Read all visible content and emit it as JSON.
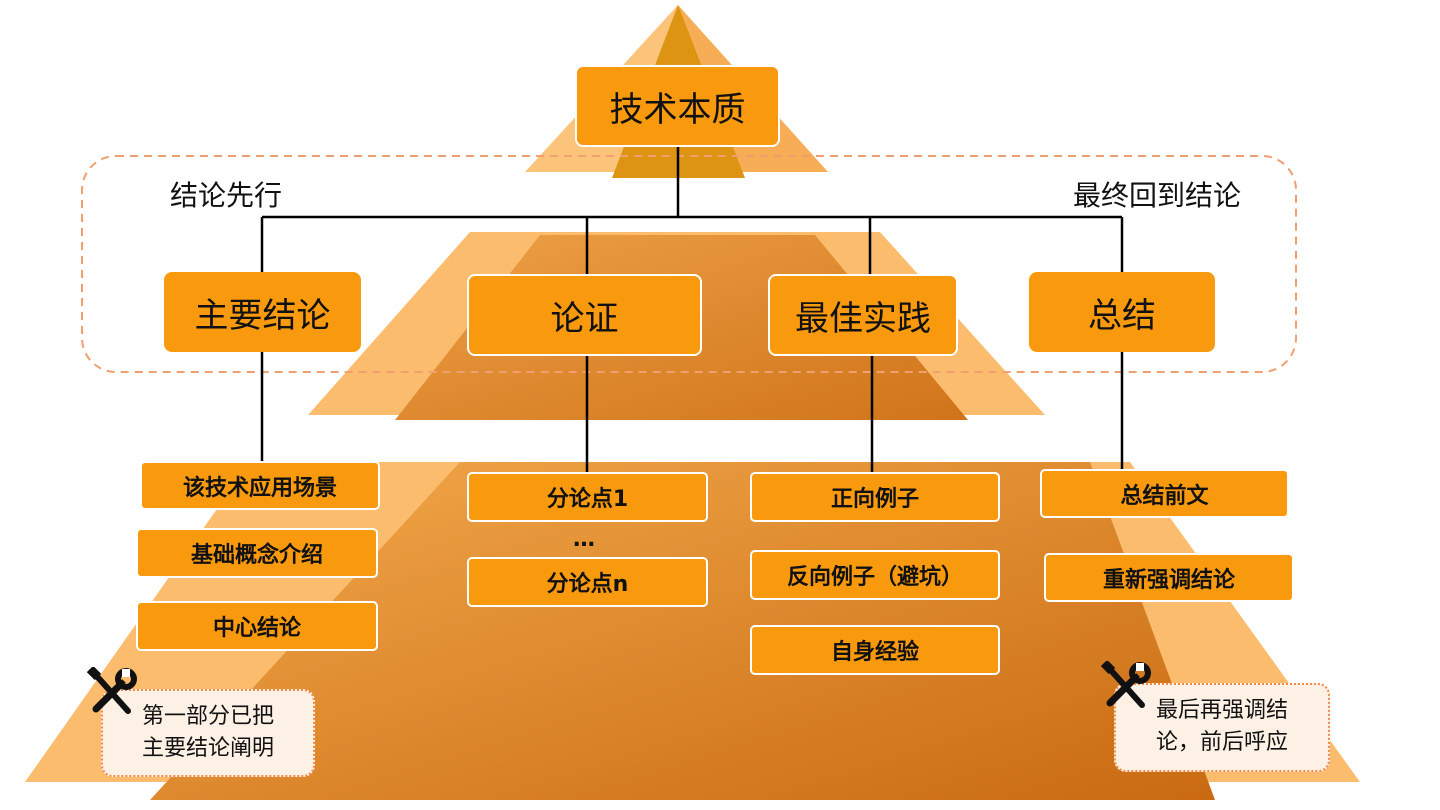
{
  "top": {
    "title": "技术本质"
  },
  "labels": {
    "left": "结论先行",
    "right": "最终回到结论"
  },
  "sections": [
    {
      "title": "主要结论"
    },
    {
      "title": "论证"
    },
    {
      "title": "最佳实践"
    },
    {
      "title": "总结"
    }
  ],
  "details": {
    "conclusion": [
      "该技术应用场景",
      "基础概念介绍",
      "中心结论"
    ],
    "argument": {
      "first": "分论点1",
      "ellipsis": "…",
      "last": "分论点n"
    },
    "practice": [
      "正向例子",
      "反向例子（避坑）",
      "自身经验"
    ],
    "summary": [
      "总结前文",
      "重新强调结论"
    ]
  },
  "notes": {
    "left": {
      "line1": "第一部分已把",
      "line2": "主要结论阐明",
      "icon": "wrench-screwdriver-icon"
    },
    "right": {
      "line1": "最后再强调结",
      "line2": "论，前后呼应",
      "icon": "wrench-screwdriver-icon"
    }
  },
  "colors": {
    "box": "#f99a0e",
    "pyramid_light": "#fbbf73",
    "pyramid_mid": "#f19a30",
    "pyramid_dark": "#d97a18",
    "dashed_frame": "#f0a070",
    "connector": "#000000"
  }
}
